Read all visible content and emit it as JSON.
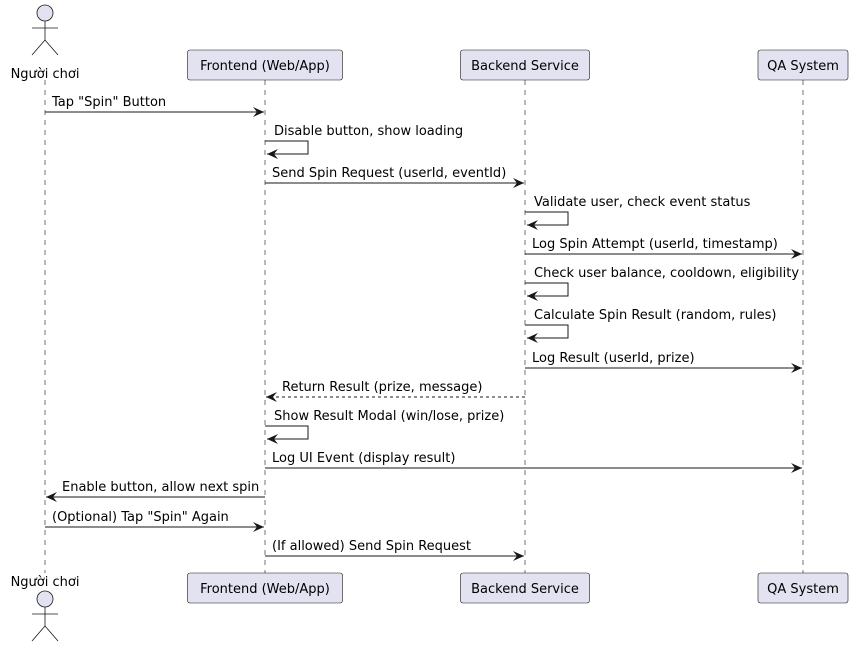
{
  "diagram": {
    "type": "sequence",
    "participants": [
      {
        "id": "player",
        "label": "Người chơi",
        "kind": "actor"
      },
      {
        "id": "frontend",
        "label": "Frontend (Web/App)",
        "kind": "box"
      },
      {
        "id": "backend",
        "label": "Backend Service",
        "kind": "box"
      },
      {
        "id": "qa",
        "label": "QA System",
        "kind": "box"
      }
    ],
    "messages": [
      {
        "from": "player",
        "to": "frontend",
        "text": "Tap \"Spin\" Button",
        "style": "solid"
      },
      {
        "from": "frontend",
        "to": "frontend",
        "text": "Disable button, show loading",
        "style": "solid"
      },
      {
        "from": "frontend",
        "to": "backend",
        "text": "Send Spin Request (userId, eventId)",
        "style": "solid"
      },
      {
        "from": "backend",
        "to": "backend",
        "text": "Validate user, check event status",
        "style": "solid"
      },
      {
        "from": "backend",
        "to": "qa",
        "text": "Log Spin Attempt (userId, timestamp)",
        "style": "solid"
      },
      {
        "from": "backend",
        "to": "backend",
        "text": "Check user balance, cooldown, eligibility",
        "style": "solid"
      },
      {
        "from": "backend",
        "to": "backend",
        "text": "Calculate Spin Result (random, rules)",
        "style": "solid"
      },
      {
        "from": "backend",
        "to": "qa",
        "text": "Log Result (userId, prize)",
        "style": "solid"
      },
      {
        "from": "backend",
        "to": "frontend",
        "text": "Return Result (prize, message)",
        "style": "dashed"
      },
      {
        "from": "frontend",
        "to": "frontend",
        "text": "Show Result Modal (win/lose, prize)",
        "style": "solid"
      },
      {
        "from": "frontend",
        "to": "qa",
        "text": "Log UI Event (display result)",
        "style": "solid"
      },
      {
        "from": "frontend",
        "to": "player",
        "text": "Enable button, allow next spin",
        "style": "solid"
      },
      {
        "from": "player",
        "to": "frontend",
        "text": "(Optional) Tap \"Spin\" Again",
        "style": "solid"
      },
      {
        "from": "frontend",
        "to": "backend",
        "text": "(If allowed) Send Spin Request",
        "style": "solid"
      }
    ]
  },
  "colors": {
    "participant_fill": "#E2E2F0",
    "participant_border": "#181818",
    "lifeline": "#181818",
    "arrow": "#181818",
    "text": "#000000",
    "background": "#FFFFFF"
  }
}
